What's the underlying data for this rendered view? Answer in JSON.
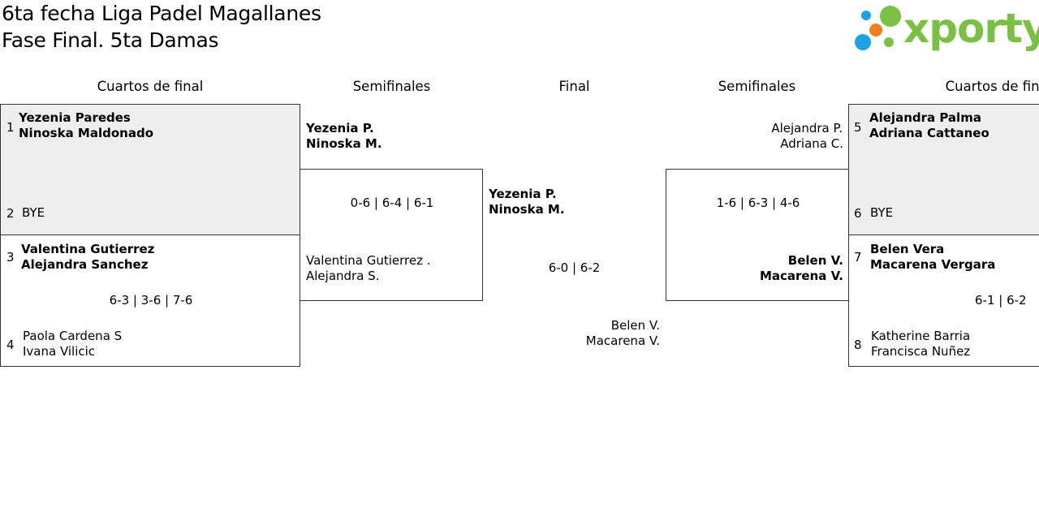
{
  "header": {
    "title_line1": "6ta fecha Liga Padel Magallanes",
    "title_line2": "Fase Final. 5ta Damas",
    "logo_text": "xporty",
    "logo_colors": {
      "green": "#7ac143",
      "blue": "#1ca3e3",
      "orange": "#f07f1b"
    }
  },
  "rounds": {
    "left_quarters": "Cuartos de final",
    "left_semis": "Semifinales",
    "final": "Final",
    "right_semis": "Semifinales",
    "right_quarters": "Cuartos de final"
  },
  "left_quarters": {
    "match1": {
      "seed_a": "1",
      "player_a1": "Yezenia Paredes",
      "player_a2": "Ninoska Maldonado",
      "seed_b": "2",
      "player_b1": "BYE"
    },
    "match2": {
      "seed_a": "3",
      "player_a1": "Valentina Gutierrez",
      "player_a2": "Alejandra Sanchez",
      "score": "6-3 | 3-6 | 7-6",
      "seed_b": "4",
      "player_b1": "Paola Cardena S",
      "player_b2": "Ivana Vilicic"
    }
  },
  "left_semi": {
    "team_a1": "Yezenia P.",
    "team_a2": "Ninoska M.",
    "score": "0-6 | 6-4 | 6-1",
    "team_b1": "Valentina Gutierrez .",
    "team_b2": "Alejandra S."
  },
  "final": {
    "team_a1": "Yezenia P.",
    "team_a2": "Ninoska M.",
    "score": "6-0 | 6-2",
    "team_b1": "Belen V.",
    "team_b2": "Macarena V."
  },
  "right_semi": {
    "team_a1": "Alejandra P.",
    "team_a2": "Adriana C.",
    "score": "1-6 | 6-3 | 4-6",
    "team_b1": "Belen V.",
    "team_b2": "Macarena V."
  },
  "right_quarters": {
    "match1": {
      "seed_a": "5",
      "player_a1": "Alejandra Palma",
      "player_a2": "Adriana Cattaneo",
      "seed_b": "6",
      "player_b1": "BYE"
    },
    "match2": {
      "seed_a": "7",
      "player_a1": "Belen Vera",
      "player_a2": "Macarena Vergara",
      "score": "6-1 | 6-2",
      "seed_b": "8",
      "player_b1": "Katherine Barria",
      "player_b2": "Francisca Nuñez"
    }
  }
}
